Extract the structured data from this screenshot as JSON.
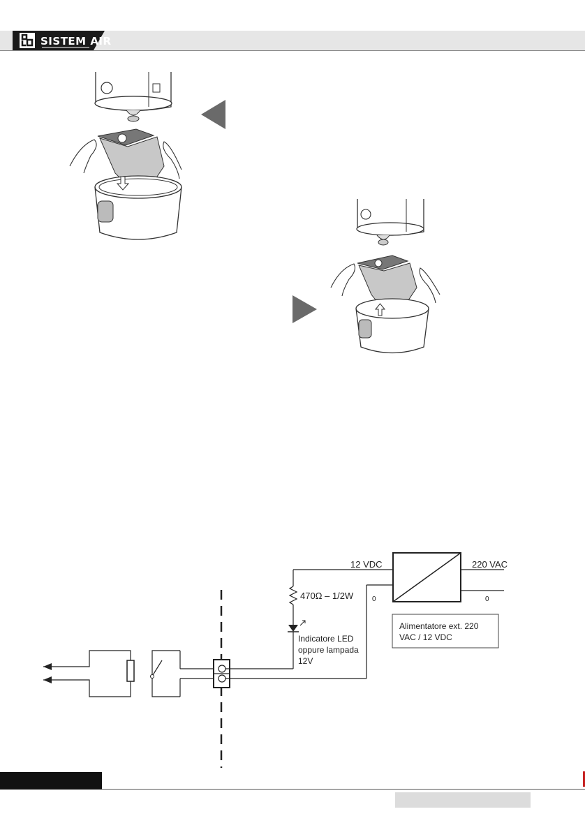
{
  "header": {
    "logo_text": "SISTEM AIR"
  },
  "illustrations": {
    "step1": "bag-insertion-illustration",
    "step2": "bag-removal-illustration"
  },
  "wiring_diagram": {
    "supply_voltage": "12 VDC",
    "mains_voltage": "220 VAC",
    "resistor_label": "470Ω – 1/2W",
    "zero_left": "0",
    "zero_right": "0",
    "led_label_line1": "Indicatore LED",
    "led_label_line2": "oppure lampada",
    "led_label_line3": "12V",
    "psu_box_line1": "Alimentatore  ext.  220",
    "psu_box_line2": "VAC / 12 VDC"
  },
  "colors": {
    "header_bg": "#e6e6e6",
    "footer_black": "#111111",
    "footer_gray": "#dcdcdc",
    "accent_red": "#c62020",
    "arrow_gray": "#6a6a6a"
  }
}
